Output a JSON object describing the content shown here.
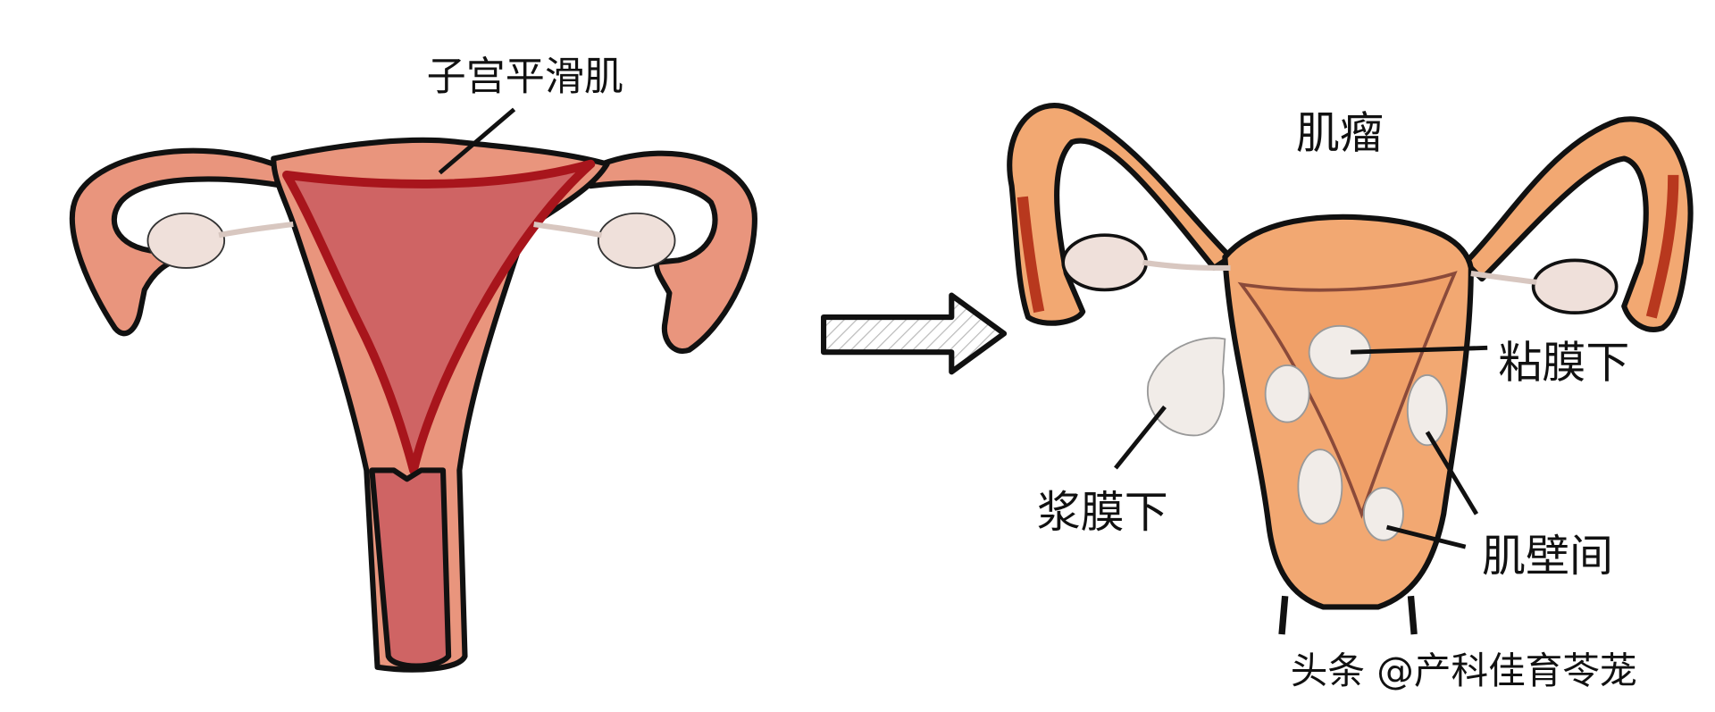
{
  "left": {
    "label": "子宫平滑肌"
  },
  "right": {
    "title": "肌瘤",
    "labels": {
      "submucosal": "粘膜下",
      "subserosal": "浆膜下",
      "intramural": "肌壁间"
    }
  },
  "watermark": "头条 @产科佳育苓茏",
  "colors": {
    "muscle": "#e9957d",
    "cavity": "#cf6464",
    "cavity_edge": "#a8151c",
    "fibroid_uterus": "#f2a872",
    "fibroid": "#f1ece8",
    "ovary": "#efe0da",
    "outline": "#111111"
  }
}
